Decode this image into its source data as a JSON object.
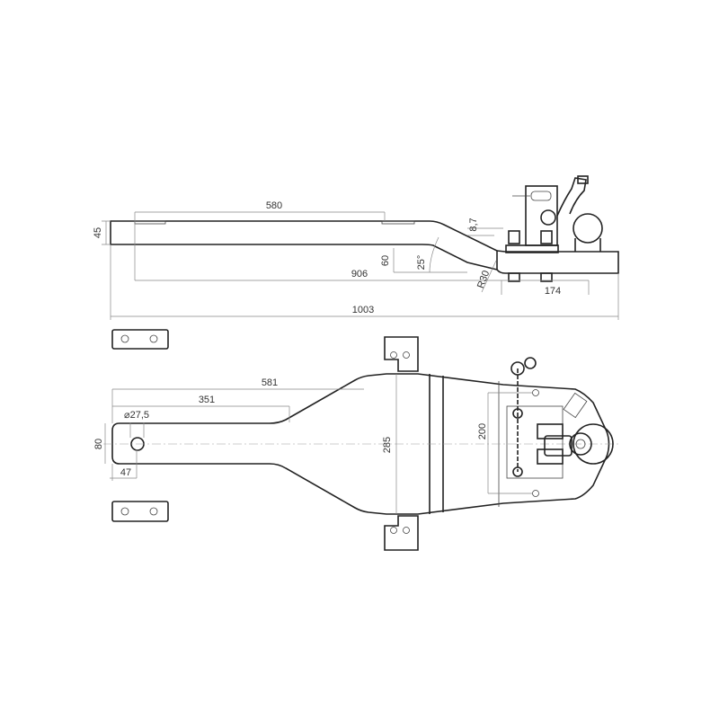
{
  "drawing": {
    "side_view": {
      "dimensions": {
        "bar_height": "45",
        "flat_length": "580",
        "offset_drop": "60",
        "bend_angle": "25°",
        "thickness": "8,7",
        "bend_radius": "R30",
        "length_to_mount": "906",
        "mount_length": "174",
        "overall_length": "1003"
      }
    },
    "top_view": {
      "dimensions": {
        "bar_length_to_body": "581",
        "narrow_length": "351",
        "hole_diameter": "⌀27,5",
        "bar_width": "80",
        "hole_offset": "47",
        "body_width": "285",
        "plate_width": "200"
      }
    }
  }
}
